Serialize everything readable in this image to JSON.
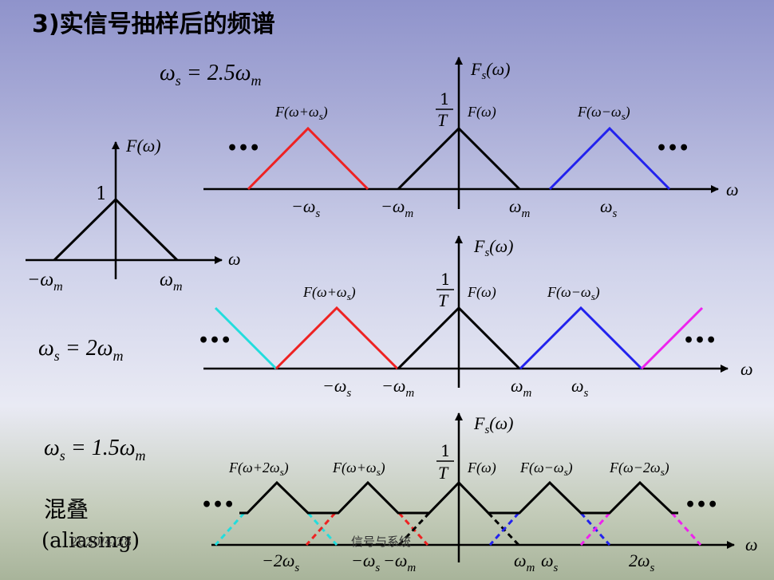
{
  "slide": {
    "title": "3)实信号抽样后的频谱",
    "footer_date": "2020/4/28",
    "footer_course": "信号与系统"
  },
  "reference": {
    "ylabel": "F(ω)",
    "peak_label": "1",
    "x_neg": "−ω",
    "x_neg_sub": "m",
    "x_pos": "ω",
    "x_pos_sub": "m",
    "axis_label": "ω"
  },
  "panels": [
    {
      "id": "p1",
      "ratio_label": "ω",
      "ratio_sub": "s",
      "ratio_rest": " = 2.5ω",
      "ratio_rest_sub": "m",
      "ylabel": "F",
      "ylabel_sub": "s",
      "ylabel_rest": "(ω)",
      "frac_top": "1",
      "frac_bot": "T",
      "axis_label": "ω",
      "spectra": [
        "F(ω+ω",
        "F(ω)",
        "F(ω−ω"
      ],
      "ticks": [
        "−ω",
        "−ω",
        "ω",
        "ω"
      ],
      "tick_subs": [
        "s",
        "m",
        "m",
        "s"
      ],
      "ellipsis": "•••"
    },
    {
      "id": "p2",
      "ratio_label": "ω",
      "ratio_sub": "s",
      "ratio_rest": " = 2ω",
      "ratio_rest_sub": "m",
      "ylabel": "F",
      "ylabel_sub": "s",
      "ylabel_rest": "(ω)",
      "frac_top": "1",
      "frac_bot": "T",
      "axis_label": "ω",
      "spectra": [
        "F(ω+ω",
        "F(ω)",
        "F(ω−ω"
      ],
      "ticks": [
        "−ω",
        "−ω",
        "ω",
        "ω"
      ],
      "tick_subs": [
        "s",
        "m",
        "m",
        "s"
      ],
      "ellipsis": "•••"
    },
    {
      "id": "p3",
      "ratio_label": "ω",
      "ratio_sub": "s",
      "ratio_rest": " = 1.5ω",
      "ratio_rest_sub": "m",
      "ylabel": "F",
      "ylabel_sub": "s",
      "ylabel_rest": "(ω)",
      "frac_top": "1",
      "frac_bot": "T",
      "axis_label": "ω",
      "spectra": [
        "F(ω+2ω",
        "F(ω+ω",
        "F(ω)",
        "F(ω−ω",
        "F(ω−2ω"
      ],
      "ticks": [
        "−2ω",
        "−ω",
        "−ω",
        "ω",
        "ω",
        "2ω"
      ],
      "tick_subs": [
        "s",
        "s",
        "m",
        "m",
        "s",
        "s"
      ],
      "ellipsis": "•••",
      "aliasing_cn": "混叠",
      "aliasing_en": "(aliasing)"
    }
  ],
  "colors": {
    "axis": "#000000",
    "center": "#000000",
    "left1": "#ee2222",
    "right1": "#2222ee",
    "left2": "#22dddd",
    "right2": "#ee22ee"
  }
}
